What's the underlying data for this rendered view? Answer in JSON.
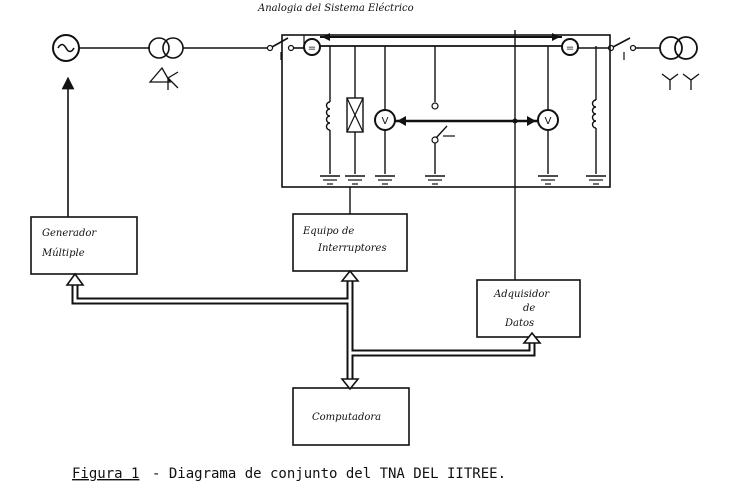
{
  "diagram": {
    "title": "Analogia del Sistema Eléctrico",
    "caption_label": "Figura 1",
    "caption_text": " - Diagrama de conjunto del TNA DEL IITREE.",
    "blocks": {
      "generator": [
        "Generador",
        "Múltiple"
      ],
      "interruptor_equipment": [
        "Equipo de",
        "Interruptores"
      ],
      "acquisition": [
        "Adquisidor",
        "de",
        "Datos"
      ],
      "computer": "Computadora"
    },
    "symbols": {
      "voltmeter": "V",
      "bus_marker": "="
    }
  }
}
